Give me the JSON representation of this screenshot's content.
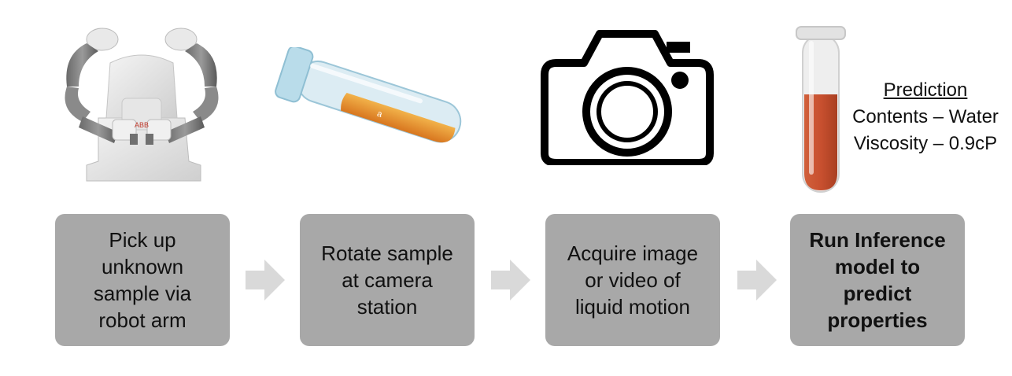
{
  "steps": [
    {
      "label": "Pick up\nunknown\nsample via\nrobot arm"
    },
    {
      "label": "Rotate sample\nat camera\nstation"
    },
    {
      "label": "Acquire image\nor video of\nliquid motion"
    },
    {
      "label": "Run Inference\nmodel to\npredict\nproperties"
    }
  ],
  "prediction": {
    "heading": "Prediction",
    "contents": "Contents – Water",
    "viscosity": "Viscosity – 0.9cP"
  },
  "illustrations": {
    "robot": {
      "icon": "dual-arm-robot-icon",
      "brand_label": "ABB"
    },
    "tube_tilted": {
      "icon": "test-tube-icon",
      "tube_label": "a"
    },
    "camera": {
      "icon": "camera-icon"
    },
    "tube_upright": {
      "icon": "test-tube-icon"
    }
  },
  "colors": {
    "box_fill": "#a8a8a8",
    "arrow_fill": "#d9d9d9",
    "liquid_orange": "#e08a2c",
    "liquid_red": "#c8502f"
  }
}
